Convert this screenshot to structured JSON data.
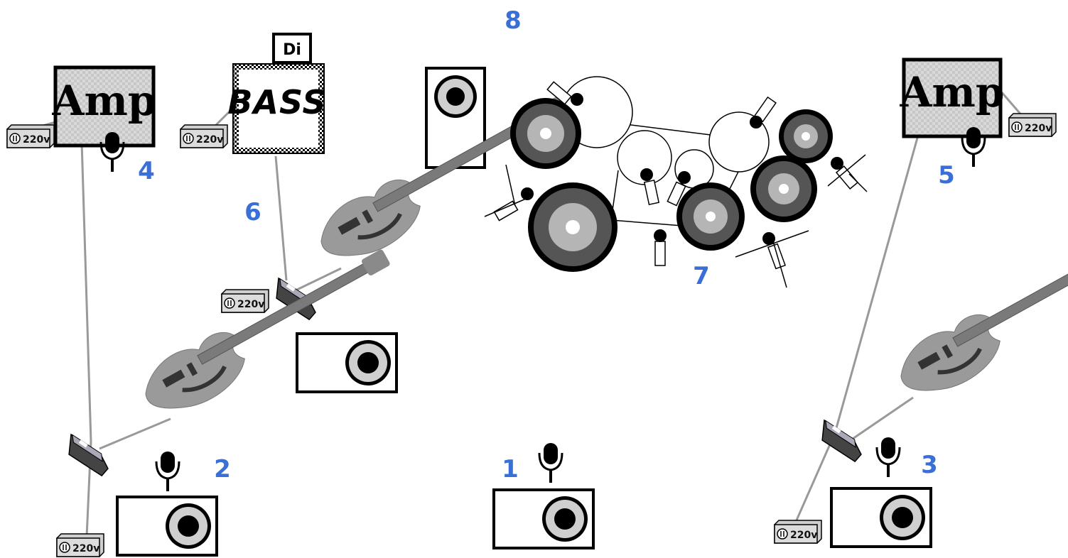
{
  "labels": {
    "n1": "1",
    "n2": "2",
    "n3": "3",
    "n4": "4",
    "n5": "5",
    "n6": "6",
    "n7": "7",
    "n8": "8"
  },
  "amp_left": {
    "text": "Amp"
  },
  "amp_right": {
    "text": "Amp"
  },
  "bass_amp": {
    "text": "BASS",
    "di_text": "Di"
  },
  "power": {
    "amp_left": "220v",
    "bass": "220v",
    "pedal_mid": "220v",
    "amp_right": "220v",
    "pedal_left": "220v",
    "pedal_right": "220v"
  },
  "colors": {
    "label_blue": "#3a6fd8",
    "guitar_gray": "#9a9a9a",
    "cable_gray": "#999999",
    "drum_dark": "#555555",
    "drum_mid": "#b5b5b5"
  },
  "icons": [
    "amp-icon",
    "microphone-icon",
    "monitor-speaker-icon",
    "guitar-icon",
    "pedal-icon",
    "power-socket-icon",
    "drum-icon",
    "cymbal-icon",
    "di-box-icon"
  ]
}
